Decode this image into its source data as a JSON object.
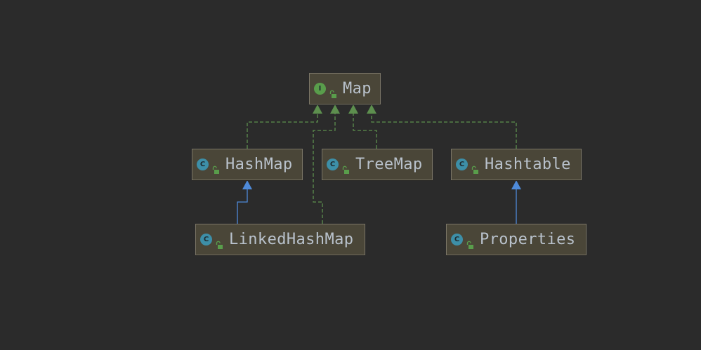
{
  "diagram": {
    "colors": {
      "background": "#2b2b2b",
      "node_fill": "#4a4638",
      "node_border": "#7a7566",
      "label": "#b9c2cc",
      "implements_edge": "#5d8f4e",
      "extends_edge": "#4e8ad9",
      "interface_icon": "#599d4b",
      "class_icon": "#3d8fa8"
    },
    "nodes": [
      {
        "id": "map",
        "label": "Map",
        "kind": "interface",
        "kind_letter": "I",
        "access_icon": "unlock-icon"
      },
      {
        "id": "hashmap",
        "label": "HashMap",
        "kind": "class",
        "kind_letter": "C",
        "access_icon": "unlock-icon"
      },
      {
        "id": "treemap",
        "label": "TreeMap",
        "kind": "class",
        "kind_letter": "C",
        "access_icon": "unlock-icon"
      },
      {
        "id": "hashtable",
        "label": "Hashtable",
        "kind": "class",
        "kind_letter": "C",
        "access_icon": "unlock-icon"
      },
      {
        "id": "linkedhashmap",
        "label": "LinkedHashMap",
        "kind": "class",
        "kind_letter": "C",
        "access_icon": "unlock-icon"
      },
      {
        "id": "properties",
        "label": "Properties",
        "kind": "class",
        "kind_letter": "C",
        "access_icon": "unlock-icon"
      }
    ],
    "edges": [
      {
        "from": "hashmap",
        "to": "map",
        "type": "implements"
      },
      {
        "from": "linkedhashmap",
        "to": "map",
        "type": "implements"
      },
      {
        "from": "treemap",
        "to": "map",
        "type": "implements"
      },
      {
        "from": "hashtable",
        "to": "map",
        "type": "implements"
      },
      {
        "from": "linkedhashmap",
        "to": "hashmap",
        "type": "extends"
      },
      {
        "from": "properties",
        "to": "hashtable",
        "type": "extends"
      }
    ]
  }
}
